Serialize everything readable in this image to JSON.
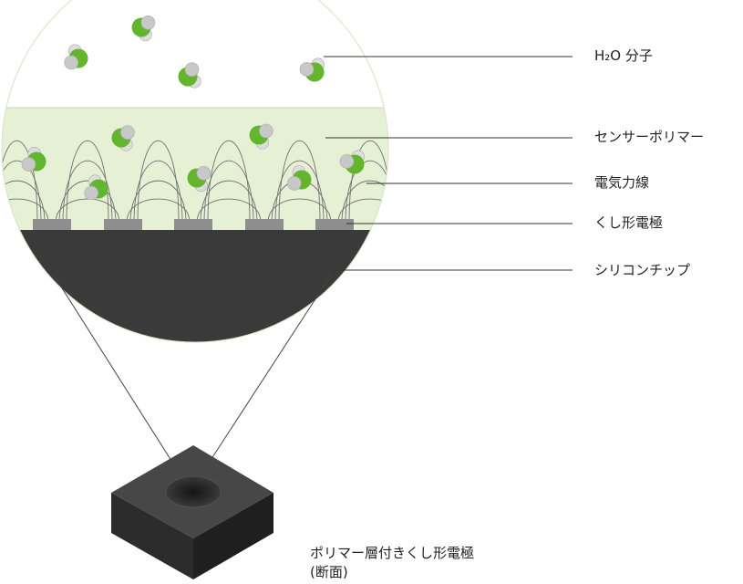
{
  "labels": {
    "water_molecule": "H₂O 分子",
    "sensor_polymer": "センサーポリマー",
    "field_lines": "電気力線",
    "comb_electrode": "くし形電極",
    "silicon_chip": "シリコンチップ"
  },
  "caption": {
    "line1": "ポリマー層付きくし形電極",
    "line2": "(断面)"
  },
  "colors": {
    "polymer": "#e6f0d4",
    "silicon": "#3a3a3a",
    "electrode": "#8e8e8e",
    "molecule_green": "#63b52e",
    "molecule_grey": "#c8c8c8",
    "chip_top": "#474747",
    "chip_left": "#2c2c2c",
    "chip_right": "#1f1f1f",
    "leader_line": "#333333"
  },
  "icons": {
    "molecule": "water-molecule-icon",
    "chip": "sensor-chip-icon"
  }
}
